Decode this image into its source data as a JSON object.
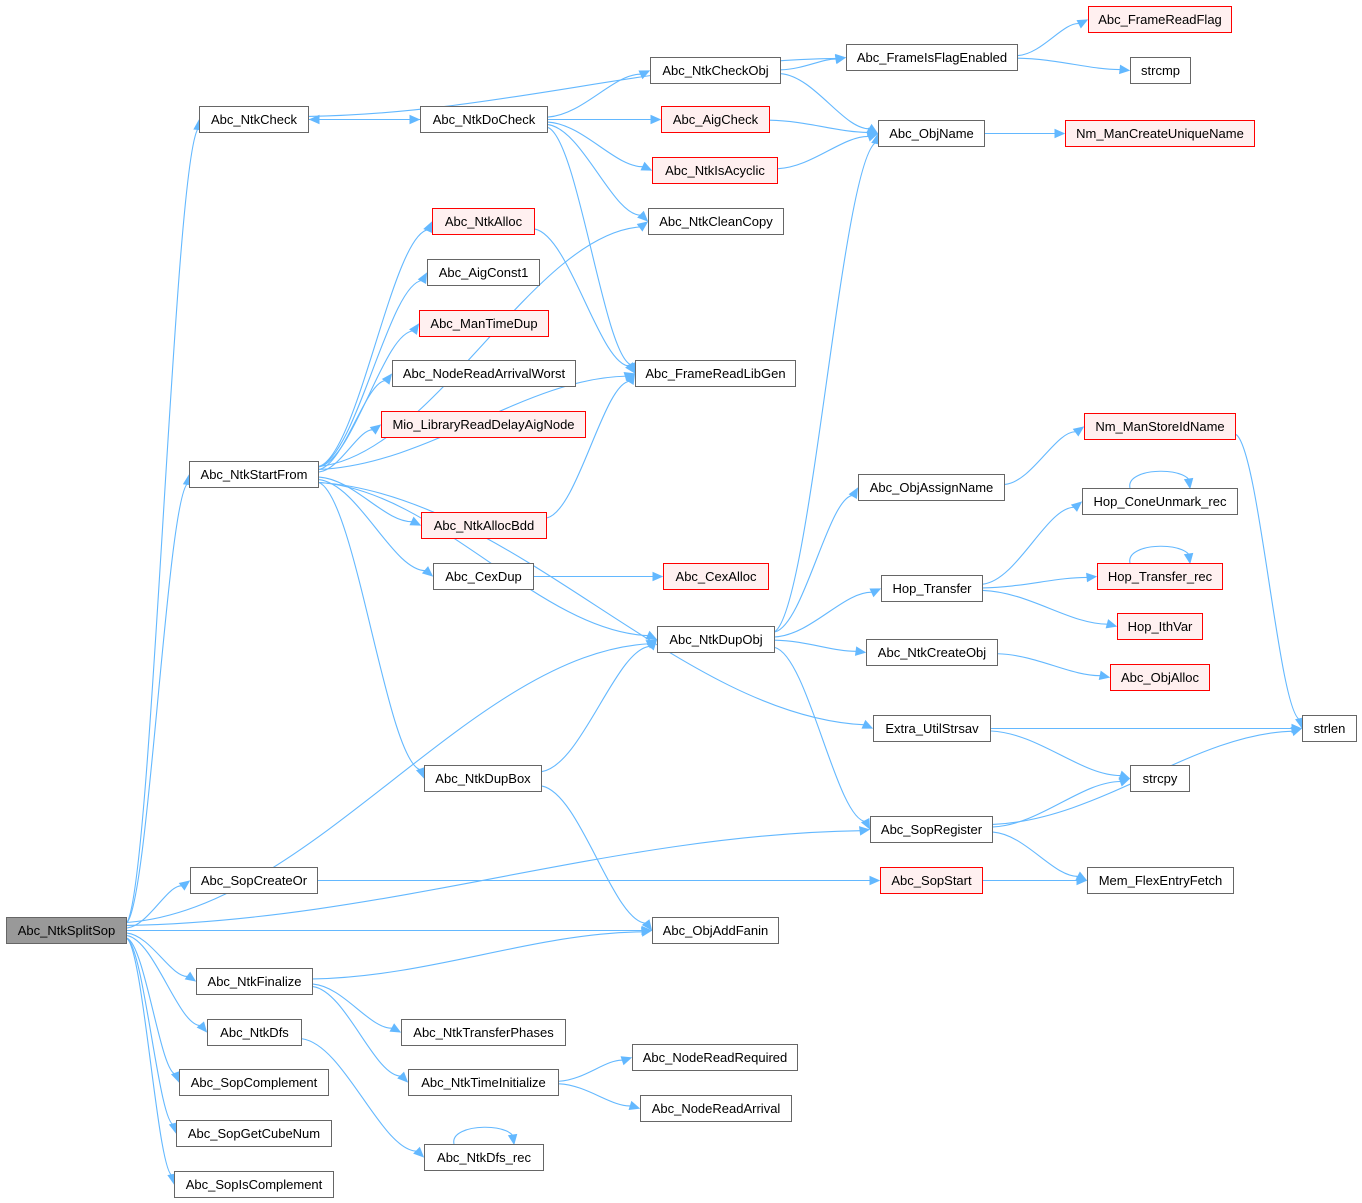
{
  "colors": {
    "edge": "#63b8ff",
    "node_border": "#666666",
    "red_border": "#ff0000",
    "red_fill": "#fff0f0",
    "root_fill": "#999999"
  },
  "nodes": {
    "Abc_NtkSplitSop": "Abc_NtkSplitSop",
    "Abc_NtkCheck": "Abc_NtkCheck",
    "Abc_NtkStartFrom": "Abc_NtkStartFrom",
    "Abc_SopCreateOr": "Abc_SopCreateOr",
    "Abc_NtkFinalize": "Abc_NtkFinalize",
    "Abc_NtkDfs": "Abc_NtkDfs",
    "Abc_SopComplement": "Abc_SopComplement",
    "Abc_SopGetCubeNum": "Abc_SopGetCubeNum",
    "Abc_SopIsComplement": "Abc_SopIsComplement",
    "Abc_NtkDoCheck": "Abc_NtkDoCheck",
    "Abc_NtkAlloc": "Abc_NtkAlloc",
    "Abc_AigConst1": "Abc_AigConst1",
    "Abc_ManTimeDup": "Abc_ManTimeDup",
    "Abc_NodeReadArrivalWorst": "Abc_NodeReadArrivalWorst",
    "Mio_LibraryReadDelayAigNode": "Mio_LibraryReadDelayAigNode",
    "Abc_NtkAllocBdd": "Abc_NtkAllocBdd",
    "Abc_CexDup": "Abc_CexDup",
    "Abc_NtkDupBox": "Abc_NtkDupBox",
    "Abc_NtkTransferPhases": "Abc_NtkTransferPhases",
    "Abc_NtkTimeInitialize": "Abc_NtkTimeInitialize",
    "Abc_NtkDfs_rec": "Abc_NtkDfs_rec",
    "Abc_NtkCheckObj": "Abc_NtkCheckObj",
    "Abc_AigCheck": "Abc_AigCheck",
    "Abc_NtkIsAcyclic": "Abc_NtkIsAcyclic",
    "Abc_NtkCleanCopy": "Abc_NtkCleanCopy",
    "Abc_FrameReadLibGen": "Abc_FrameReadLibGen",
    "Abc_CexAlloc": "Abc_CexAlloc",
    "Abc_NtkDupObj": "Abc_NtkDupObj",
    "Abc_ObjAddFanin": "Abc_ObjAddFanin",
    "Abc_NodeReadRequired": "Abc_NodeReadRequired",
    "Abc_NodeReadArrival": "Abc_NodeReadArrival",
    "Abc_FrameIsFlagEnabled": "Abc_FrameIsFlagEnabled",
    "Abc_ObjName": "Abc_ObjName",
    "Abc_ObjAssignName": "Abc_ObjAssignName",
    "Hop_Transfer": "Hop_Transfer",
    "Abc_NtkCreateObj": "Abc_NtkCreateObj",
    "Extra_UtilStrsav": "Extra_UtilStrsav",
    "Abc_SopRegister": "Abc_SopRegister",
    "Abc_SopStart": "Abc_SopStart",
    "Abc_FrameReadFlag": "Abc_FrameReadFlag",
    "strcmp": "strcmp",
    "Nm_ManCreateUniqueName": "Nm_ManCreateUniqueName",
    "Nm_ManStoreIdName": "Nm_ManStoreIdName",
    "Hop_ConeUnmark_rec": "Hop_ConeUnmark_rec",
    "Hop_Transfer_rec": "Hop_Transfer_rec",
    "Hop_IthVar": "Hop_IthVar",
    "Abc_ObjAlloc": "Abc_ObjAlloc",
    "strlen": "strlen",
    "strcpy": "strcpy",
    "Mem_FlexEntryFetch": "Mem_FlexEntryFetch"
  },
  "root": "Abc_NtkSplitSop",
  "red_nodes": [
    "Abc_NtkAlloc",
    "Abc_ManTimeDup",
    "Mio_LibraryReadDelayAigNode",
    "Abc_NtkAllocBdd",
    "Abc_AigCheck",
    "Abc_NtkIsAcyclic",
    "Abc_CexAlloc",
    "Abc_SopStart",
    "Abc_FrameReadFlag",
    "Nm_ManCreateUniqueName",
    "Nm_ManStoreIdName",
    "Hop_Transfer_rec",
    "Hop_IthVar",
    "Abc_ObjAlloc"
  ],
  "edges": [
    [
      "Abc_NtkSplitSop",
      "Abc_NtkCheck"
    ],
    [
      "Abc_NtkSplitSop",
      "Abc_NtkStartFrom"
    ],
    [
      "Abc_NtkSplitSop",
      "Abc_NtkDupObj"
    ],
    [
      "Abc_NtkSplitSop",
      "Abc_SopRegister"
    ],
    [
      "Abc_NtkSplitSop",
      "Abc_SopCreateOr"
    ],
    [
      "Abc_NtkSplitSop",
      "Abc_ObjAddFanin"
    ],
    [
      "Abc_NtkSplitSop",
      "Abc_NtkFinalize"
    ],
    [
      "Abc_NtkSplitSop",
      "Abc_NtkDfs"
    ],
    [
      "Abc_NtkSplitSop",
      "Abc_SopComplement"
    ],
    [
      "Abc_NtkSplitSop",
      "Abc_SopGetCubeNum"
    ],
    [
      "Abc_NtkSplitSop",
      "Abc_SopIsComplement"
    ],
    [
      "Abc_NtkCheck",
      "Abc_FrameIsFlagEnabled"
    ],
    [
      "Abc_NtkCheck",
      "Abc_NtkDoCheck"
    ],
    [
      "Abc_NtkDoCheck",
      "Abc_NtkCheck"
    ],
    [
      "Abc_NtkDoCheck",
      "Abc_NtkCheckObj"
    ],
    [
      "Abc_NtkDoCheck",
      "Abc_AigCheck"
    ],
    [
      "Abc_NtkDoCheck",
      "Abc_NtkIsAcyclic"
    ],
    [
      "Abc_NtkDoCheck",
      "Abc_NtkCleanCopy"
    ],
    [
      "Abc_NtkDoCheck",
      "Abc_FrameReadLibGen"
    ],
    [
      "Abc_NtkCheckObj",
      "Abc_FrameIsFlagEnabled"
    ],
    [
      "Abc_NtkCheckObj",
      "Abc_ObjName"
    ],
    [
      "Abc_AigCheck",
      "Abc_ObjName"
    ],
    [
      "Abc_NtkIsAcyclic",
      "Abc_ObjName"
    ],
    [
      "Abc_FrameIsFlagEnabled",
      "Abc_FrameReadFlag"
    ],
    [
      "Abc_FrameIsFlagEnabled",
      "strcmp"
    ],
    [
      "Abc_ObjName",
      "Nm_ManCreateUniqueName"
    ],
    [
      "Abc_NtkStartFrom",
      "Abc_NtkCleanCopy"
    ],
    [
      "Abc_NtkStartFrom",
      "Abc_NtkAlloc"
    ],
    [
      "Abc_NtkStartFrom",
      "Abc_AigConst1"
    ],
    [
      "Abc_NtkStartFrom",
      "Abc_ManTimeDup"
    ],
    [
      "Abc_NtkStartFrom",
      "Abc_NodeReadArrivalWorst"
    ],
    [
      "Abc_NtkStartFrom",
      "Mio_LibraryReadDelayAigNode"
    ],
    [
      "Abc_NtkStartFrom",
      "Abc_FrameReadLibGen"
    ],
    [
      "Abc_NtkStartFrom",
      "Abc_NtkAllocBdd"
    ],
    [
      "Abc_NtkStartFrom",
      "Abc_CexDup"
    ],
    [
      "Abc_NtkStartFrom",
      "Abc_NtkDupObj"
    ],
    [
      "Abc_NtkStartFrom",
      "Extra_UtilStrsav"
    ],
    [
      "Abc_NtkStartFrom",
      "Abc_NtkDupBox"
    ],
    [
      "Abc_NtkAlloc",
      "Abc_FrameReadLibGen"
    ],
    [
      "Abc_NtkAllocBdd",
      "Abc_FrameReadLibGen"
    ],
    [
      "Abc_CexDup",
      "Abc_CexAlloc"
    ],
    [
      "Abc_NtkDupBox",
      "Abc_NtkDupObj"
    ],
    [
      "Abc_NtkDupBox",
      "Abc_ObjAddFanin"
    ],
    [
      "Abc_NtkDupObj",
      "Abc_ObjName"
    ],
    [
      "Abc_NtkDupObj",
      "Abc_ObjAssignName"
    ],
    [
      "Abc_NtkDupObj",
      "Hop_Transfer"
    ],
    [
      "Abc_NtkDupObj",
      "Abc_NtkCreateObj"
    ],
    [
      "Abc_NtkDupObj",
      "Abc_SopRegister"
    ],
    [
      "Abc_ObjAssignName",
      "Nm_ManStoreIdName"
    ],
    [
      "Nm_ManStoreIdName",
      "strlen"
    ],
    [
      "Hop_Transfer",
      "Hop_ConeUnmark_rec"
    ],
    [
      "Hop_Transfer",
      "Hop_Transfer_rec"
    ],
    [
      "Hop_Transfer",
      "Hop_IthVar"
    ],
    [
      "Hop_ConeUnmark_rec",
      "Hop_ConeUnmark_rec"
    ],
    [
      "Hop_Transfer_rec",
      "Hop_Transfer_rec"
    ],
    [
      "Abc_NtkCreateObj",
      "Abc_ObjAlloc"
    ],
    [
      "Extra_UtilStrsav",
      "strlen"
    ],
    [
      "Extra_UtilStrsav",
      "strcpy"
    ],
    [
      "Abc_SopRegister",
      "strcpy"
    ],
    [
      "Abc_SopRegister",
      "strlen"
    ],
    [
      "Abc_SopRegister",
      "Mem_FlexEntryFetch"
    ],
    [
      "Abc_SopCreateOr",
      "Abc_SopStart"
    ],
    [
      "Abc_SopStart",
      "Mem_FlexEntryFetch"
    ],
    [
      "Abc_NtkFinalize",
      "Abc_ObjAddFanin"
    ],
    [
      "Abc_NtkFinalize",
      "Abc_NtkTransferPhases"
    ],
    [
      "Abc_NtkFinalize",
      "Abc_NtkTimeInitialize"
    ],
    [
      "Abc_NtkTimeInitialize",
      "Abc_NodeReadRequired"
    ],
    [
      "Abc_NtkTimeInitialize",
      "Abc_NodeReadArrival"
    ],
    [
      "Abc_NtkDfs",
      "Abc_NtkDfs_rec"
    ],
    [
      "Abc_NtkDfs_rec",
      "Abc_NtkDfs_rec"
    ]
  ]
}
